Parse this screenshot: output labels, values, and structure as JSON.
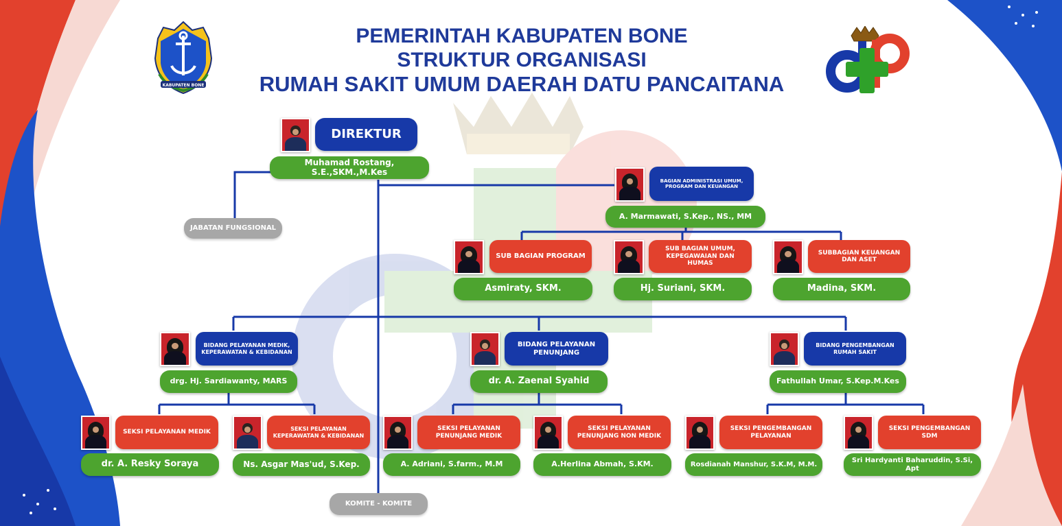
{
  "header": {
    "line1": "PEMERINTAH KABUPATEN BONE",
    "line2": "STRUKTUR ORGANISASI",
    "line3": "RUMAH SAKIT UMUM DAERAH DATU PANCAITANA"
  },
  "logos": {
    "left_seal_text": "KABUPATEN BONE"
  },
  "colors": {
    "blue": "#1739a8",
    "red": "#e2412d",
    "green": "#4da42f",
    "grey": "#a7a7a7",
    "title": "#1f3a9a"
  },
  "director": {
    "title": "DIREKTUR",
    "name": "Muhamad Rostang, S.E.,SKM.,M.Kes"
  },
  "jabatan_fungsional": "JABATAN FUNGSIONAL",
  "komite": "KOMITE - KOMITE",
  "bagian_admin": {
    "title": "BAGIAN ADMINISTRASI UMUM, PROGRAM DAN KEUANGAN",
    "name": "A. Marmawati, S.Kep., NS., MM"
  },
  "sub_bagian": [
    {
      "title": "SUB BAGIAN PROGRAM",
      "name": "Asmiraty, SKM."
    },
    {
      "title": "SUB BAGIAN UMUM, KEPEGAWAIAN DAN HUMAS",
      "name": "Hj. Suriani, SKM."
    },
    {
      "title": "SUBBAGIAN KEUANGAN DAN ASET",
      "name": "Madina, SKM."
    }
  ],
  "bidang": [
    {
      "title": "BIDANG PELAYANAN MEDIK, KEPERAWATAN & KEBIDANAN",
      "name": "drg. Hj. Sardiawanty, MARS"
    },
    {
      "title": "BIDANG PELAYANAN PENUNJANG",
      "name": "dr. A. Zaenal Syahid"
    },
    {
      "title": "BIDANG PENGEMBANGAN RUMAH SAKIT",
      "name": "Fathullah Umar, S.Kep.M.Kes"
    }
  ],
  "seksi": [
    {
      "title": "SEKSI PELAYANAN MEDIK",
      "name": "dr. A. Resky Soraya"
    },
    {
      "title": "SEKSI PELAYANAN KEPERAWATAN & KEBIDANAN",
      "name": "Ns. Asgar Mas'ud, S.Kep."
    },
    {
      "title": "SEKSI PELAYANAN PENUNJANG MEDIK",
      "name": "A. Adriani, S.farm., M.M"
    },
    {
      "title": "SEKSI PELAYANAN PENUNJANG NON MEDIK",
      "name": "A.Herlina Abmah, S.KM."
    },
    {
      "title": "SEKSI PENGEMBANGAN PELAYANAN",
      "name": "Rosdianah Manshur, S.K.M, M.M."
    },
    {
      "title": "SEKSI PENGEMBANGAN SDM",
      "name": "Sri Hardyanti Baharuddin, S.Si, Apt"
    }
  ]
}
